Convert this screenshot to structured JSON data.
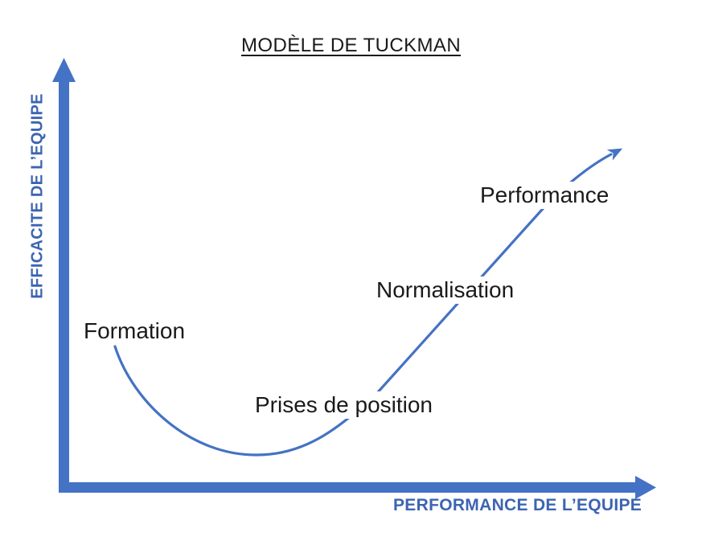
{
  "title": "MODÈLE DE TUCKMAN",
  "axes": {
    "y_label": "EFFICACITE DE L’EQUIPE",
    "x_label": "PERFORMANCE DE L’EQUIPE"
  },
  "stages": [
    {
      "label": "Formation"
    },
    {
      "label": "Prises de position"
    },
    {
      "label": "Normalisation"
    },
    {
      "label": "Performance"
    }
  ],
  "colors": {
    "axis_blue": "#4472C4",
    "axis_label_blue": "#3D64B2",
    "curve_blue": "#4472C4",
    "text_color": "#1A1A1A",
    "background": "#FFFFFF"
  }
}
